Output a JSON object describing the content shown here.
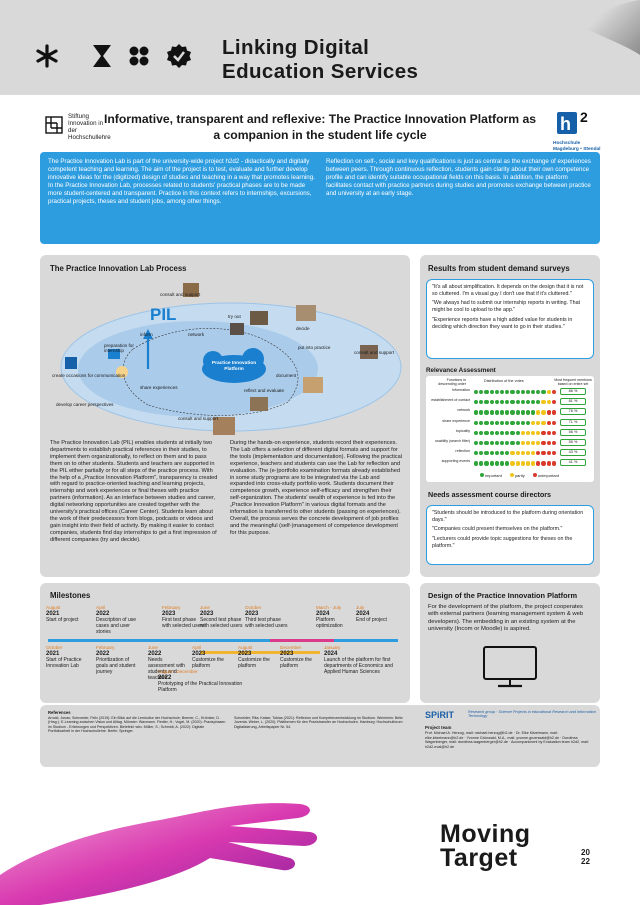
{
  "header": {
    "title_line1": "Linking Digital",
    "title_line2": "Education Services"
  },
  "logos": {
    "stiftung": "Stiftung Innovation in der Hochschullehre",
    "h2": "Hochschule Magdeburg • Stendal",
    "spirit_name": "SPiRIT",
    "spirit_sub": "Research group · Science Projects in educational Research and Information Technology"
  },
  "poster_title": "Informative, transparent and reflexive: The Practice Innovation Platform as a companion in the student life cycle",
  "intro": {
    "col1": "The Practice Innovation Lab is part of the university-wide project h2d2 - didactically and digitally competent teaching and learning. The aim of the project is to test, evaluate and further develop innovative ideas for the (digitized) design of studies and teaching in a way that promotes learning. In the Practice Innovation Lab, processes related to students' practical phases are to be made more student-centered and transparent. Practice in this context refers to internships, excursions, practical projects, theses and student jobs, among other things.",
    "col2": "Reflection on self-, social and key qualifications is just as central as the exchange of experiences between peers. Through continuous reflection, students gain clarity about their own competence profile and can identify suitable occupational fields on this basis. In addition, the platform facilitates contact with practice partners during studies and promotes exchange between practice and university at an early stage."
  },
  "process": {
    "title": "The Practice Innovation Lab Process",
    "pil": "PIL",
    "cloud": "Practice Innovation Platform",
    "labels": {
      "consult_top": "consult and support",
      "try_out": "try out",
      "inform": "inform",
      "network": "network",
      "decide": "decide",
      "prep": "preparation for internship",
      "put": "put into practice",
      "consult_right": "consult and support",
      "create": "create occasions for communication",
      "document": "document",
      "share": "share experiences",
      "reflect": "reflect and evaluate",
      "develop": "develop career perspectives",
      "consult_bottom": "consult and support"
    },
    "text_col1": "The Practice Innovation Lab (PIL) enables students at initially two departments to establish practical references in their studies, to implement them organizationally, to reflect on them and to pass them on to other students. Students and teachers are supported in the PIL either partially or for all steps of the practice process. With the help of a „Practice Innovation Platform\", transparency is created with regard to practice-oriented teaching and learning projects, internship and work experiences or final theses with practice partners (information). As an interface between studies and career, digital networking opportunities are created together with the university's practical offices (Career Center). Students learn about the work of their predecessors from blogs, podcasts or videos and gain insight into their field of activity. By making it easier to contact companies, students find day internships to get a first impression of different companies (try and decide).",
    "text_col2": "During the hands-on experience, students record their experiences. The Lab offers a selection of different digital formats and support for the tools (implementation and documentation). Following the practical experience, teachers and students can use the Lab for reflection and evaluation. The (e-)portfolio examination formats already established in some study programs are to be integrated via the Lab and expanded into cross-study portfolio work. Students document their competence growth, experience self-efficacy and strengthen their self-organization. The students' wealth of experience is fed into the „Practice Innovation Platform\" in various digital formats and the information is transferred to other students (passing on experiences). Overall, the process serves the concrete development of job profiles and the meaningful (self-)management of competence development for this purpose."
  },
  "results": {
    "title": "Results from student demand surveys",
    "quotes": [
      "\"It's all about simplification. It depends on the design that it is not so cluttered. I'm a visual guy I don't use that if it's cluttered.\"",
      "\"We always had to submit our internship reports in writing. That might be cool to upload to the app.\"",
      "\"Experience reports have a high added value for students in deciding which direction they want to go in their studies.\""
    ],
    "relevance_title": "Relevance Assessment",
    "col_functions": "Functions in descending order",
    "col_distribution": "Distribution of the votes",
    "col_most": "Most frequent mentions based on entire set",
    "rows": [
      {
        "label": "Information",
        "pct": "86 %"
      },
      {
        "label": "establishment of contact",
        "pct": "81 %"
      },
      {
        "label": "network",
        "pct": "76 %"
      },
      {
        "label": "share experience",
        "pct": "71 %"
      },
      {
        "label": "topicality",
        "pct": "56 %"
      },
      {
        "label": "usability (search filter)",
        "pct": "55 %"
      },
      {
        "label": "reflection",
        "pct": "43 %"
      },
      {
        "label": "supporting events",
        "pct": "41 %"
      }
    ],
    "legend": [
      "important",
      "partly",
      "unimportant"
    ],
    "colors": {
      "important": "#2fa53a",
      "partly": "#f0c419",
      "unimportant": "#d93a2b",
      "accent": "#2e9de0"
    },
    "directors_title": "Needs assessment course directors",
    "directors_quotes": [
      "\"Students should be introduced to the platform during orientation days.\"",
      "\"Companies could present themselves on the platform.\"",
      "\"Lecturers could provide topic suggestions for theses on the platform.\""
    ]
  },
  "milestones": {
    "title": "Milestones",
    "top": [
      {
        "month": "August",
        "year": "2021",
        "text": "Start of project"
      },
      {
        "month": "April",
        "year": "2022",
        "text": "Description of use cases and user stories"
      },
      {
        "month": "February",
        "year": "2023",
        "text": "First test phase with selected users"
      },
      {
        "month": "June",
        "year": "2023",
        "text": "Second test phase with selected users"
      },
      {
        "month": "October",
        "year": "2023",
        "text": "Third test phase with selected users"
      },
      {
        "month": "March - July",
        "year": "2024",
        "text": "Platform optimization"
      },
      {
        "month": "July",
        "year": "2024",
        "text": "End of project"
      }
    ],
    "bottom": [
      {
        "month": "October",
        "year": "2021",
        "text": "Start of Practice Innovation Lab"
      },
      {
        "month": "February",
        "year": "2022",
        "text": "Prioritization of goals and student journey"
      },
      {
        "month": "June",
        "year": "2022",
        "text": "Needs assessment with students and teachers"
      },
      {
        "month": "April",
        "year": "2023",
        "text": "Customize the platform"
      },
      {
        "month": "August",
        "year": "2023",
        "text": "Customize the platform"
      },
      {
        "month": "December",
        "year": "2023",
        "text": "Customize the platform"
      },
      {
        "month": "January",
        "year": "2024",
        "text": "Launch of the platform for first departments of Economics and Applied Human Sciences"
      }
    ],
    "extra": {
      "month": "August - December",
      "year": "2022",
      "text": "Prototyping of the Practical Innovation Platform"
    }
  },
  "design": {
    "title": "Design of the Practice Innovation Platform",
    "text": "For the development of the platform, the project cooperates with external partners (learning management system & web developers). The embedding in an existing system at the university (Incom or Moodle) is aspired."
  },
  "references": {
    "heading": "References",
    "col1": "Arnold, Jonas; Schroeder, Felix (2019): Ein Blick auf die Lernkultur der Hochschule; Bremer, C., Krömker, D. (Hrsg.): E-Learning zwischen Vision und Alltag. Münster: Waxmann. Fiedler, H.; Vogel, M. (2020): Praxisphasen im Studium - Erfahrungen und Perspektiven. Bielefeld: wbv. Müller, S.; Schmidt, A. (2022): Digitale Portfolioarbeit in der Hochschullehre. Berlin: Springer.",
    "col2": "Schneider, Rita; Kaiser, Tobias (2021): Reflexion und Kompetenzentwicklung im Studium. Weinheim: Beltz Juventa. Weber, L. (2020): Plattformen für den Praxistransfer an Hochschulen. Hamburg: Hochschulforum Digitalisierung, Arbeitspapier Nr. 54.",
    "project_team": "Project team",
    "team": "Prof. Michael A. Herzog, mail: michael.herzog@h2.de · Dr. Elke Kitzelmann, mail: elke.kitzelmann@h2.de · Yvonne Grünwald, M.A., mail: yvonne.gruenwald@h2.de · Dorothea Wagenberger, mail: dorothea.wagenberger@h2.de · Accompaniment by Evaluation team h2d2, mail: h2d2-eval@h2.de"
  },
  "footer": {
    "moving": "Moving",
    "target": "Target",
    "year_top": "20",
    "year_bottom": "22"
  }
}
